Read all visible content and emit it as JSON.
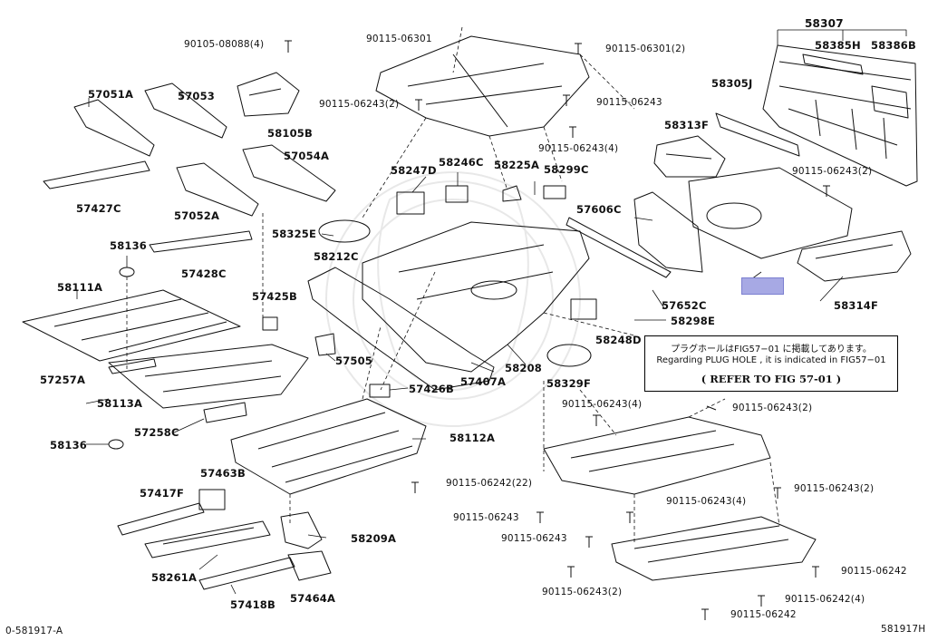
{
  "labels": {
    "p58307": "58307",
    "p58385h": "58385H",
    "p58386b": "58386B",
    "p58305j": "58305J",
    "p58313f": "58313F",
    "p90115_06243_2_r": "90115-06243(2)",
    "p57606c": "57606C",
    "p57652c": "57652C",
    "p58314f": "58314F",
    "p58298e": "58298E",
    "p90105_08088": "90105-08088(4)",
    "p57051a": "57051A",
    "p57053": "57053",
    "p58105b": "58105B",
    "p57427c": "57427C",
    "p57054a": "57054A",
    "p57052a": "57052A",
    "p58136_top": "58136",
    "p57428c": "57428C",
    "p58111a": "58111A",
    "p57425b": "57425B",
    "p57257a": "57257A",
    "p58113a": "58113A",
    "p57258c": "57258C",
    "p58136_bot": "58136",
    "p57505": "57505",
    "p57426b": "57426B",
    "p58112a": "58112A",
    "p90115_06242_22": "90115-06242(22)",
    "p57463b": "57463B",
    "p57417f": "57417F",
    "p58209a": "58209A",
    "p58261a": "58261A",
    "p57418b": "57418B",
    "p57464a": "57464A",
    "p90115_06301_a": "90115-06301",
    "p90115_06301_b": "90115-06301(2)",
    "p90115_06243_2_l": "90115-06243(2)",
    "p90115_06243_top": "90115-06243",
    "p90115_06243_4_top": "90115-06243(4)",
    "p58247d": "58247D",
    "p58246c": "58246C",
    "p58225a": "58225A",
    "p58299c": "58299C",
    "p58325e": "58325E",
    "p58212c": "58212C",
    "p57407a": "57407A",
    "p58208": "58208",
    "p58329f": "58329F",
    "p58248d": "58248D",
    "p90115_06243_4_mid": "90115-06243(4)",
    "p90115_06243_2_mid": "90115-06243(2)",
    "p90115_06243_4_low": "90115-06243(4)",
    "p90115_06243_2_low": "90115-06243(2)",
    "p90115_06243_a": "90115-06243",
    "p90115_06243_b": "90115-06243",
    "p90115_06243_2_bot": "90115-06243(2)",
    "p90115_06242": "90115-06242",
    "p90115_06242_4": "90115-06242(4)",
    "p90115_06242_bot": "90115-06242"
  },
  "note": {
    "line1": "プラグホールはFIG57−01 に掲載してあります。",
    "line2": "Regarding PLUG HOLE , it is indicated in FIG57−01",
    "line3": "( REFER TO FIG 57-01 )"
  },
  "footer": {
    "left": "0-581917-A",
    "right": "581917H"
  },
  "colors": {
    "line": "#111111",
    "highlight": "#a7a9e4",
    "watermark": "#e6e6e6"
  }
}
